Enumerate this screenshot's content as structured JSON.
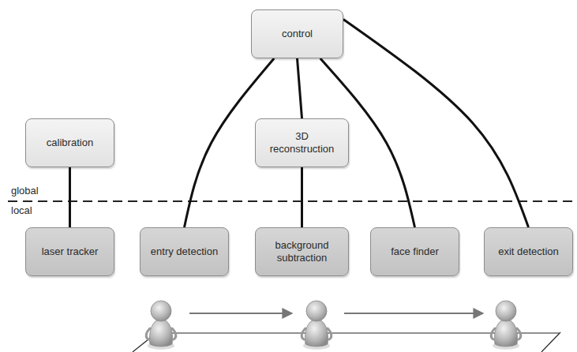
{
  "diagram": {
    "nodes": [
      {
        "text": [
          "control"
        ]
      },
      {
        "text": [
          "calibration"
        ]
      },
      {
        "text": [
          "3D reconstruction"
        ]
      },
      {
        "text": [
          "laser tracker"
        ]
      },
      {
        "text": [
          "entry detection"
        ]
      },
      {
        "text": [
          "background subtraction"
        ]
      },
      {
        "text": [
          "face finder"
        ]
      },
      {
        "text": [
          "exit detection"
        ]
      }
    ],
    "edges": [
      {
        "from": 0,
        "to": 4,
        "arrow": "none"
      },
      {
        "from": 0,
        "to": 2,
        "arrow": "none"
      },
      {
        "from": 0,
        "to": 6,
        "arrow": "none"
      },
      {
        "from": 0,
        "to": 7,
        "arrow": "none"
      },
      {
        "from": 1,
        "to": 3,
        "arrow": "none"
      },
      {
        "from": 2,
        "to": 5,
        "arrow": "none"
      }
    ],
    "labels": [
      "global",
      "local"
    ]
  }
}
